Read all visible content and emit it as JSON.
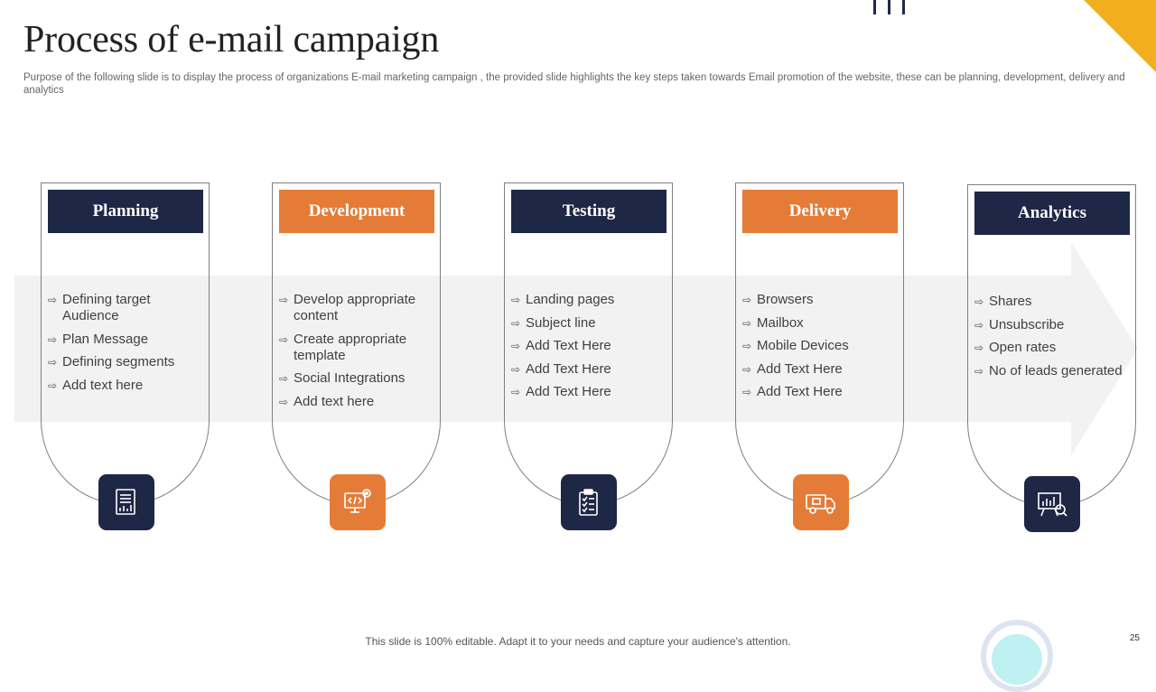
{
  "title": "Process of e-mail campaign",
  "subtitle": "Purpose of the following slide is to display the process of organizations E-mail marketing campaign , the provided slide highlights the key steps taken towards Email promotion of the website, these can be planning, development, delivery and analytics",
  "bullet_glyph": "⇨",
  "colors": {
    "navy": "#1E2745",
    "orange": "#E47C38",
    "accent_yellow": "#F2B01E",
    "band": "#F2F2F2"
  },
  "steps": [
    {
      "label": "Planning",
      "color": "navy",
      "icon": "document-report-icon",
      "items": [
        "Defining target Audience",
        "Plan Message",
        "Defining segments",
        "Add text here"
      ]
    },
    {
      "label": "Development",
      "color": "orange",
      "icon": "code-monitor-gear-icon",
      "items": [
        "Develop appropriate content",
        "Create appropriate template",
        "Social Integrations",
        "Add text here"
      ]
    },
    {
      "label": "Testing",
      "color": "navy",
      "icon": "clipboard-checklist-icon",
      "items": [
        "Landing pages",
        "Subject line",
        "Add Text Here",
        "Add Text Here",
        "Add Text Here"
      ]
    },
    {
      "label": "Delivery",
      "color": "orange",
      "icon": "delivery-truck-icon",
      "items": [
        "Browsers",
        "Mailbox",
        "Mobile Devices",
        "Add Text Here",
        "Add Text Here"
      ]
    },
    {
      "label": "Analytics",
      "color": "navy",
      "icon": "analytics-board-magnifier-icon",
      "items": [
        "Shares",
        "Unsubscribe",
        "Open rates",
        "No of leads generated"
      ]
    }
  ],
  "footer": "This slide is 100% editable. Adapt it to your needs and capture your audience's attention.",
  "page_number": "25"
}
